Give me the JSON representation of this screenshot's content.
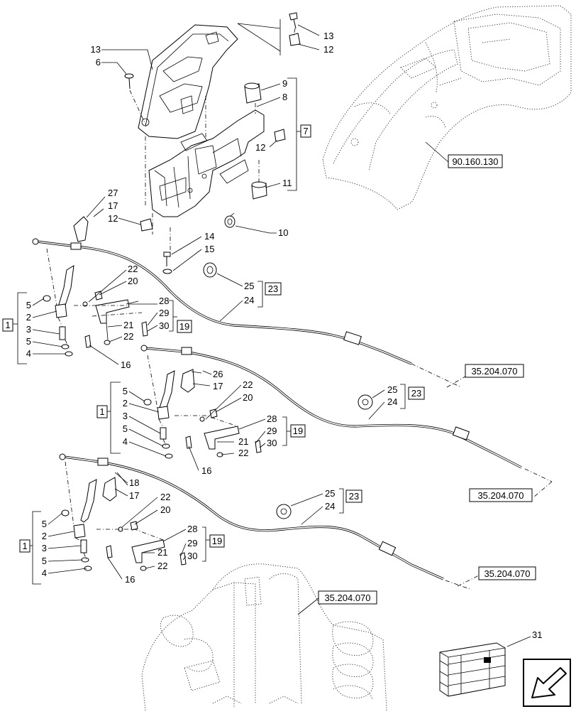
{
  "callouts": {
    "c1": "1",
    "c2": "2",
    "c3": "3",
    "c4": "4",
    "c5": "5",
    "c6": "6",
    "c7": "7",
    "c8": "8",
    "c9": "9",
    "c10": "10",
    "c11": "11",
    "c12": "12",
    "c13": "13",
    "c14": "14",
    "c15": "15",
    "c16": "16",
    "c17": "17",
    "c18": "18",
    "c19": "19",
    "c20": "20",
    "c21": "21",
    "c22": "22",
    "c23": "23",
    "c24": "24",
    "c25": "25",
    "c26": "26",
    "c27": "27",
    "c28": "28",
    "c29": "29",
    "c30": "30",
    "c31": "31"
  },
  "references": {
    "fender": "90.160.130",
    "valve": "35.204.070",
    "cable_end": "35.204.070"
  }
}
